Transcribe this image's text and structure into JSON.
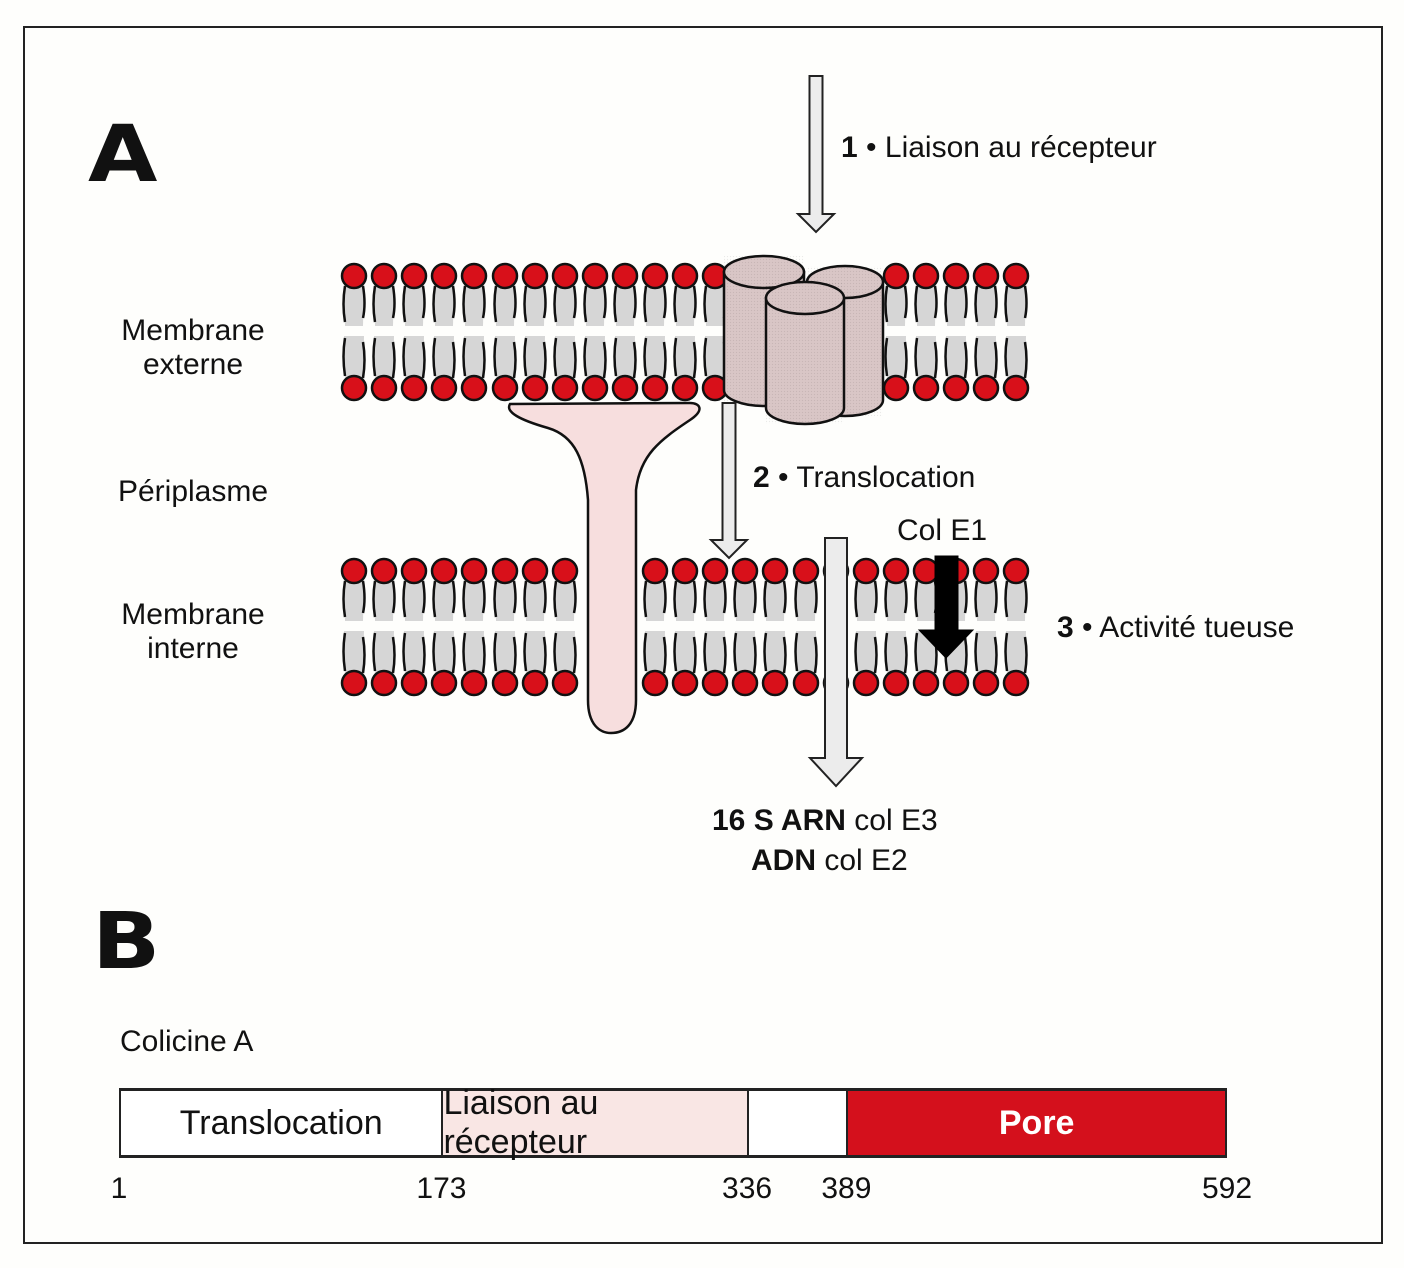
{
  "panel_a": {
    "letter": "A",
    "side_labels": {
      "outer_membrane": [
        "Membrane",
        "externe"
      ],
      "periplasm": "Périplasme",
      "inner_membrane": [
        "Membrane",
        "interne"
      ]
    },
    "steps": [
      {
        "number": "1",
        "bullet": "•",
        "label": "Liaison au récepteur"
      },
      {
        "number": "2",
        "bullet": "•",
        "label": "Translocation"
      },
      {
        "number": "3",
        "bullet": "•",
        "label": "Activité tueuse"
      }
    ],
    "col_e1_label": "Col E1",
    "targets": [
      {
        "bold": "16 S ARN",
        "normal": " col E3"
      },
      {
        "bold": "ADN",
        "normal": " col E2"
      }
    ],
    "colors": {
      "lipid_head": "#d8101a",
      "lipid_tail": "#d6d6d6",
      "receptor_barrel": "#d9c6c6",
      "colicin_shape": "#f7dede",
      "arrow_fill": "#ececec",
      "killer_arrow": "#000000"
    }
  },
  "panel_b": {
    "letter": "B",
    "protein_name": "Colicine A",
    "length": 592,
    "domains": [
      {
        "label": "Translocation",
        "start": 1,
        "end": 173,
        "color": "#ffffff",
        "text_color": "#111111",
        "bold": false
      },
      {
        "label": "Liaison au récepteur",
        "start": 173,
        "end": 336,
        "color": "#f9e6e4",
        "text_color": "#111111",
        "bold": false
      },
      {
        "label": "",
        "start": 336,
        "end": 389,
        "color": "#ffffff",
        "text_color": "#111111",
        "bold": false
      },
      {
        "label": "Pore",
        "start": 389,
        "end": 592,
        "color": "#d4101c",
        "text_color": "#ffffff",
        "bold": true
      }
    ],
    "ticks": [
      "1",
      "173",
      "336",
      "389",
      "592"
    ]
  }
}
